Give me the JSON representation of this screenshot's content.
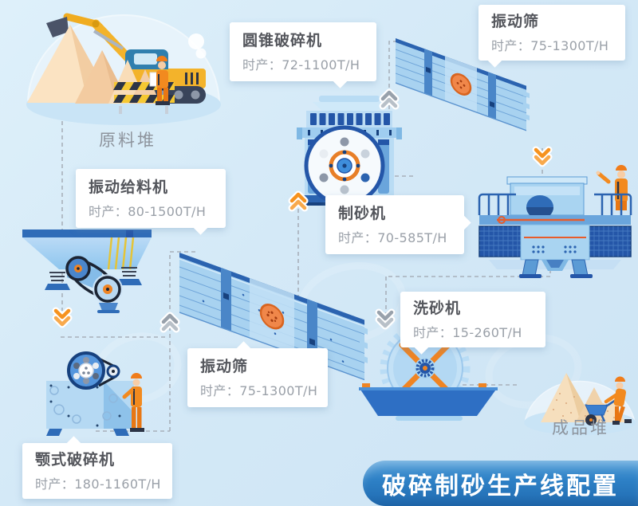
{
  "title_banner": {
    "text": "破碎制砂生产线配置",
    "bg_color": "#2b7ec4",
    "text_color": "#ffffff"
  },
  "piles": {
    "raw": {
      "label": "原料堆"
    },
    "finished": {
      "label": "成品堆"
    }
  },
  "callouts": {
    "cone": {
      "title": "圆锥破碎机",
      "value": "时产：72-1100T/H"
    },
    "screen_top": {
      "title": "振动筛",
      "value": "时产：75-1300T/H"
    },
    "feeder": {
      "title": "振动给料机",
      "value": "时产：80-1500T/H"
    },
    "sand_maker": {
      "title": "制砂机",
      "value": "时产：70-585T/H"
    },
    "screen_mid": {
      "title": "振动筛",
      "value": "时产：75-1300T/H"
    },
    "washer": {
      "title": "洗砂机",
      "value": "时产：15-260T/H"
    },
    "jaw": {
      "title": "颚式破碎机",
      "value": "时产：180-1160T/H"
    }
  },
  "colors": {
    "accent_orange": "#f6921e",
    "machine_blue": "#5b9bd5",
    "machine_light_blue": "#a9d4f1",
    "dark_blue": "#2456a8",
    "banner_blue": "#2b7ec4",
    "callout_title": "#54565c",
    "callout_value": "#9aa0a8",
    "dash_gray": "#a8b0ba",
    "worker_orange": "#f28a1f",
    "sand_tan": "#f6dfbd"
  }
}
